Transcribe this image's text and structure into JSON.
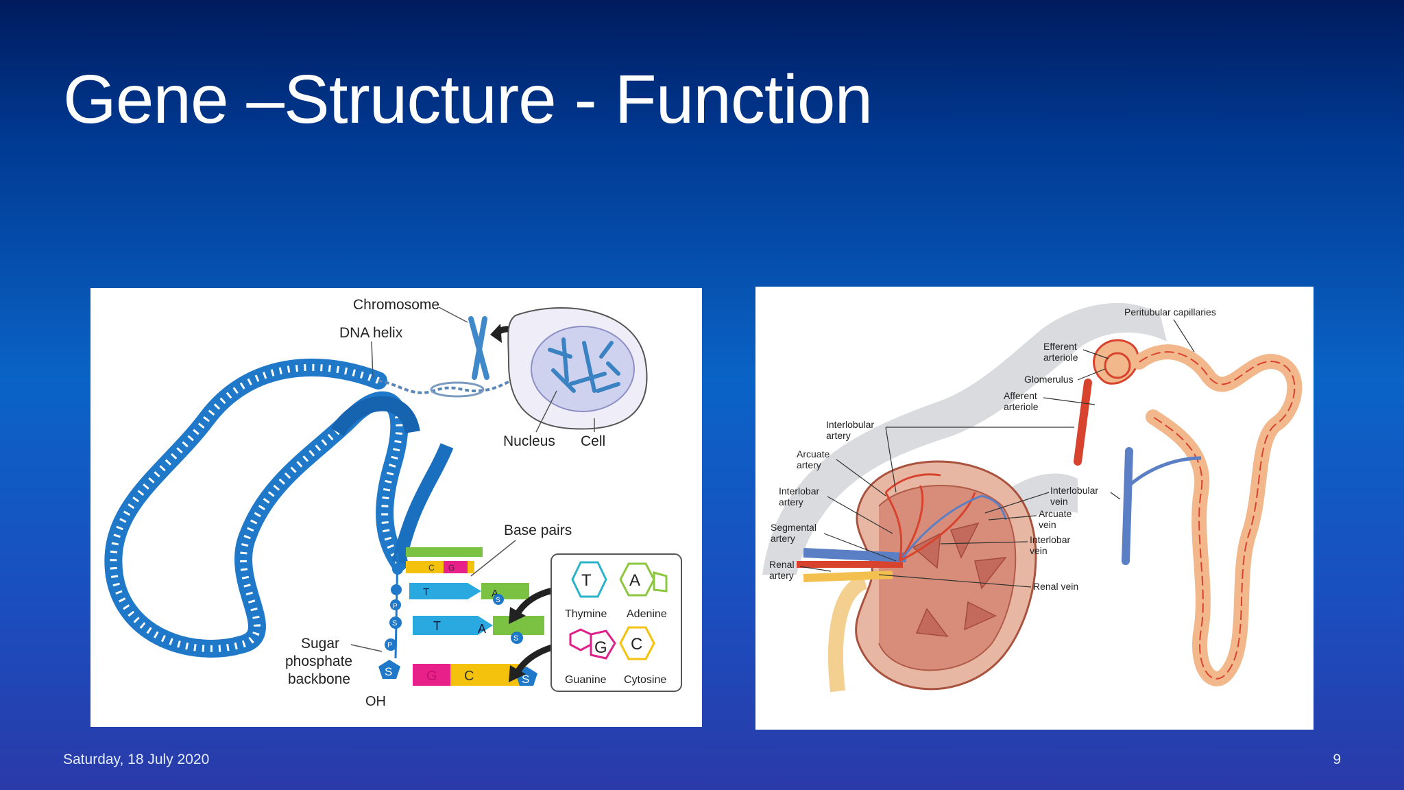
{
  "slide": {
    "title": "Gene –Structure - Function",
    "date": "Saturday, 18 July 2020",
    "page_number": "9"
  },
  "dna_figure": {
    "labels": {
      "chromosome": "Chromosome",
      "dna_helix": "DNA helix",
      "nucleus": "Nucleus",
      "cell": "Cell",
      "base_pairs": "Base pairs",
      "sugar_backbone_1": "Sugar",
      "sugar_backbone_2": "phosphate",
      "sugar_backbone_3": "backbone",
      "oh": "OH"
    },
    "bases": {
      "thymine": {
        "letter": "T",
        "name": "Thymine"
      },
      "adenine": {
        "letter": "A",
        "name": "Adenine"
      },
      "guanine": {
        "letter": "G",
        "name": "Guanine"
      },
      "cytosine": {
        "letter": "C",
        "name": "Cytosine"
      }
    },
    "ladder": {
      "sugar": "S",
      "phosphate": "P",
      "rung_1_left": "C",
      "rung_1_right": "G",
      "rung_2_left": "T",
      "rung_2_right": "A",
      "rung_3_left": "T",
      "rung_3_right": "A",
      "rung_4_left": "G",
      "rung_4_right": "C"
    }
  },
  "kidney_figure": {
    "labels": {
      "peritubular_capillaries": "Peritubular capillaries",
      "efferent_1": "Efferent",
      "efferent_2": "arteriole",
      "glomerulus": "Glomerulus",
      "afferent_1": "Afferent",
      "afferent_2": "arteriole",
      "interlobular_artery_1": "Interlobular",
      "interlobular_artery_2": "artery",
      "arcuate_artery_1": "Arcuate",
      "arcuate_artery_2": "artery",
      "interlobar_artery_1": "Interlobar",
      "interlobar_artery_2": "artery",
      "segmental_artery_1": "Segmental",
      "segmental_artery_2": "artery",
      "renal_artery_1": "Renal",
      "renal_artery_2": "artery",
      "interlobular_vein_1": "Interlobular",
      "interlobular_vein_2": "vein",
      "arcuate_vein_1": "Arcuate",
      "arcuate_vein_2": "vein",
      "interlobar_vein_1": "Interlobar",
      "interlobar_vein_2": "vein",
      "renal_vein": "Renal vein"
    }
  },
  "colors": {
    "dna_blue": "#1f78c8",
    "artery_red": "#d8432e",
    "vein_blue": "#5b7fc4",
    "flow_gray": "#d9dbde",
    "nephron_orange": "#f2b78a"
  }
}
